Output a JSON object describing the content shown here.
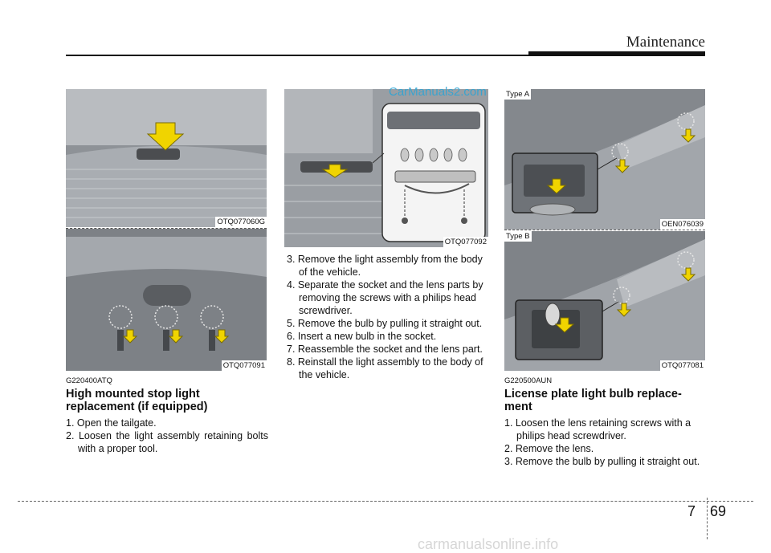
{
  "header": {
    "title": "Maintenance"
  },
  "images": {
    "img1_caption": "OTQ077060G",
    "img2_caption": "OTQ077091",
    "img3_caption": "OTQ077092",
    "img4_caption": "OEN076039",
    "img4_type": "Type A",
    "img5_caption": "OTQ077081",
    "img5_type": "Type B"
  },
  "section1": {
    "code": "G220400ATQ",
    "title_line1": "High mounted stop light",
    "title_line2": "replacement (if equipped)",
    "steps": [
      "1. Open the tailgate.",
      "2. Loosen the light assembly retaining bolts with a proper tool."
    ]
  },
  "section1_cont": {
    "steps": [
      "3. Remove the light assembly from the body of the vehicle.",
      "4. Separate the socket and the lens parts by removing the screws with a philips head screwdriver.",
      "5. Remove the bulb by pulling it straight out.",
      "6. Insert a new bulb in the socket.",
      "7. Reassemble the socket and the lens part.",
      "8. Reinstall the light assembly to the body of the vehicle."
    ]
  },
  "section2": {
    "code": "G220500AUN",
    "title_line1": "License plate light bulb replace-",
    "title_line2": "ment",
    "steps": [
      "1. Loosen the lens retaining screws with a philips head screwdriver.",
      "2. Remove the lens.",
      "3. Remove the bulb by pulling it straight out."
    ]
  },
  "footer": {
    "chapter": "7",
    "page": "69",
    "watermark": "carmanualsonline.info"
  },
  "watermark": "CarManuals2.com",
  "colors": {
    "arrow": "#f0d400",
    "photo_gray": "#8d9196"
  }
}
